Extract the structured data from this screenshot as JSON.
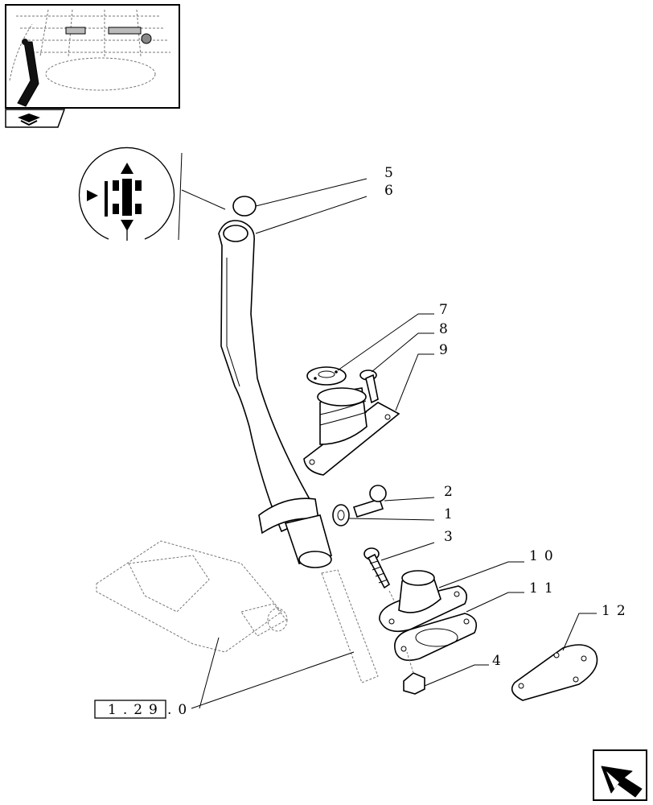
{
  "callouts": {
    "c1": "1",
    "c2": "2",
    "c3": "3",
    "c4": "4",
    "c5": "5",
    "c6": "6",
    "c7": "7",
    "c8": "8",
    "c9": "9",
    "c10": "10",
    "c11": "11",
    "c12": "12"
  },
  "reference": {
    "boxed": "1.29",
    "suffix": ".0"
  },
  "colors": {
    "line": "#000000",
    "ghost": "#777777",
    "background": "#ffffff"
  },
  "icons": {
    "thumbnail": "tractor-cab-floor-thumbnail",
    "direction_selector": "drive-direction-symbol",
    "next_page": "next-page-arrow-icon",
    "book": "manual-book-icon"
  }
}
